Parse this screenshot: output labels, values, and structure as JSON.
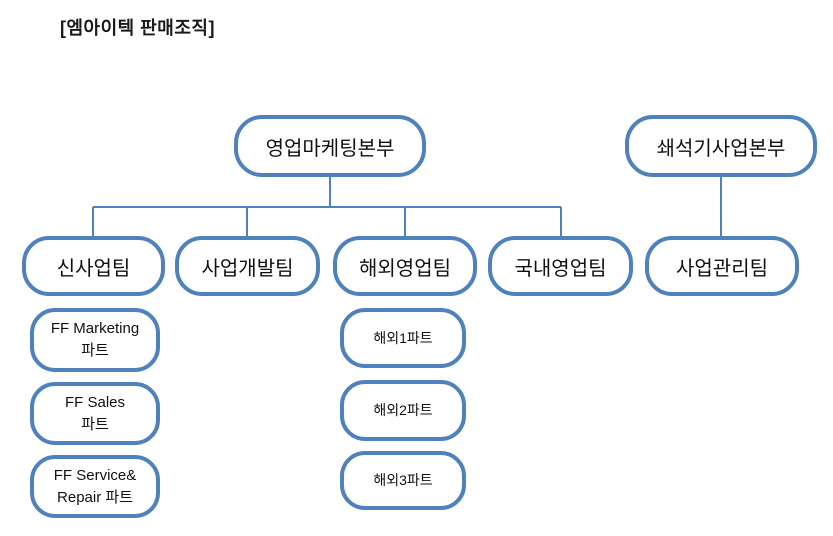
{
  "page_title": "[엠아이텍 판매조직]",
  "colors": {
    "box_border": "#4F81BD",
    "connector": "#4F81BD",
    "text": "#111111",
    "background": "#FFFFFF"
  },
  "org": {
    "division1": {
      "label": "영업마케팅본부",
      "teams": [
        {
          "label": "신사업팀",
          "parts": [
            {
              "lines": [
                "FF Marketing",
                "파트"
              ]
            },
            {
              "lines": [
                "FF Sales",
                "파트"
              ]
            },
            {
              "lines": [
                "FF Service&",
                "Repair 파트"
              ]
            }
          ]
        },
        {
          "label": "사업개발팀"
        },
        {
          "label": "해외영업팀",
          "parts": [
            {
              "lines": [
                "해외1파트"
              ]
            },
            {
              "lines": [
                "해외2파트"
              ]
            },
            {
              "lines": [
                "해외3파트"
              ]
            }
          ]
        },
        {
          "label": "국내영업팀"
        }
      ]
    },
    "division2": {
      "label": "쇄석기사업본부",
      "teams": [
        {
          "label": "사업관리팀"
        }
      ]
    }
  }
}
